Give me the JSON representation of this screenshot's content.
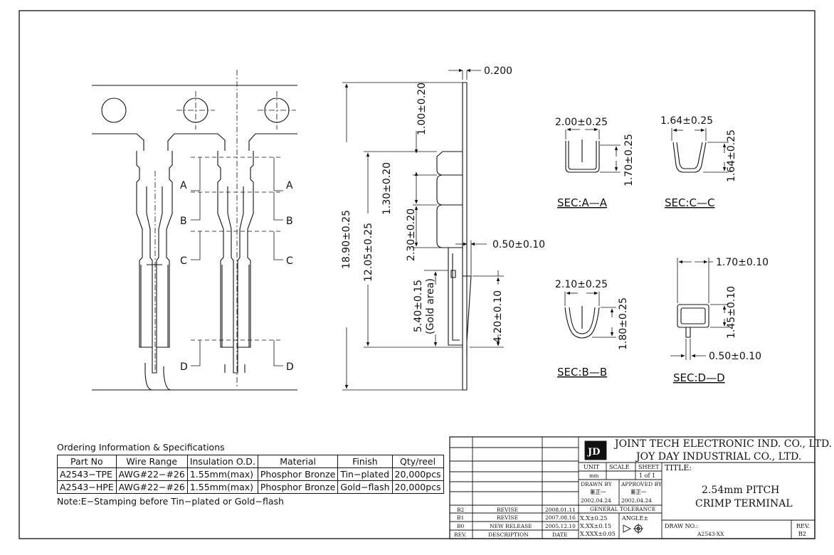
{
  "dimensions": {
    "thickness": "0.200",
    "top_feature": "1.00±0.20",
    "spacing_1": "1.30±0.20",
    "spacing_2": "2.30±0.20",
    "overall_length": "18.90±0.25",
    "body_length": "12.05±0.25",
    "gold_area_value": "5.40±0.15",
    "gold_area_note": "(Gold area)",
    "tab_width": "0.50±0.10",
    "tip_length": "4.20±0.10"
  },
  "section_markers": {
    "a": "A",
    "b": "B",
    "c": "C",
    "d": "D"
  },
  "sections": {
    "aa": {
      "label": "SEC:A—A",
      "width": "2.00±0.25",
      "height": "1.70±0.25"
    },
    "cc": {
      "label": "SEC:C—C",
      "width": "1.64±0.25",
      "height": "1.64±0.25"
    },
    "bb": {
      "label": "SEC:B—B",
      "width": "2.10±0.25",
      "height": "1.80±0.25"
    },
    "dd": {
      "label": "SEC:D—D",
      "width": "1.70±0.10",
      "height": "1.45±0.10",
      "tab": "0.50±0.10"
    }
  },
  "spec": {
    "title": "Ordering Information & Specifications",
    "headers": [
      "Part No",
      "Wire Range",
      "Insulation O.D.",
      "Material",
      "Finish",
      "Qty/reel"
    ],
    "rows": [
      [
        "A2543−TPE",
        "AWG#22−#26",
        "1.55mm(max)",
        "Phosphor Bronze",
        "Tin−plated",
        "20,000pcs"
      ],
      [
        "A2543−HPE",
        "AWG#22−#26",
        "1.55mm(max)",
        "Phosphor Bronze",
        "Gold−flash",
        "20,000pcs"
      ]
    ],
    "note": "Note:E−Stamping before Tin−plated or Gold−flash"
  },
  "title_block": {
    "company_1": "JOINT TECH ELECTRONIC IND. CO., LTD.",
    "company_2": "JOY DAY INDUSTRIAL CO., LTD.",
    "unit_label": "UNIT",
    "unit_value": "mm",
    "scale_label": "SCALE",
    "sheet_label": "SHEET",
    "sheet_value": "1 of 1",
    "title_label": "TITLE:",
    "title_line_1": "2.54mm PITCH",
    "title_line_2": "CRIMP TERMINAL",
    "drawn_by_label": "DRAWN BY",
    "drawn_by_name": "董正一",
    "drawn_by_date": "2002.04.24",
    "approved_by_label": "APPROVED BY",
    "approved_by_name": "董正一",
    "approved_by_date": "2002.04.24",
    "general_tolerance": "GENERAL TOLERANCE",
    "tol_1": "X.X±0.25",
    "tol_2": "X.XX±0.15",
    "tol_3": "X.XXX±0.05",
    "angle": "ANGLE±",
    "draw_no_label": "DRAW NO.:",
    "draw_no_value": "A2543-XX",
    "rev_label": "REV.",
    "rev_value": "B2",
    "revisions": [
      {
        "rev": "B2",
        "desc": "REVISE",
        "date": "2008.01.11"
      },
      {
        "rev": "B1",
        "desc": "REVISE",
        "date": "2007.08.16"
      },
      {
        "rev": "B0",
        "desc": "NEW RELEASE",
        "date": "2005.12.10"
      }
    ],
    "rev_header": {
      "rev": "REV.",
      "desc": "DESCRIPTION",
      "date": "DATE"
    }
  }
}
